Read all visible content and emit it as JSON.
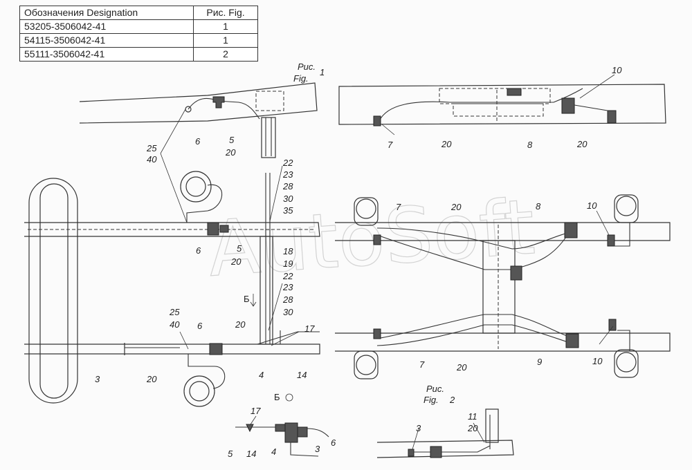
{
  "table": {
    "header": {
      "designation": "Обозначения  Designation",
      "fig": "Рис. Fig."
    },
    "rows": [
      {
        "designation": "53205-3506042-41",
        "fig": "1"
      },
      {
        "designation": "54115-3506042-41",
        "fig": "1"
      },
      {
        "designation": "55111-3506042-41",
        "fig": "2"
      }
    ]
  },
  "figures": {
    "fig1": {
      "label_ru": "Рис.",
      "label_en": "Fig.",
      "number": "1"
    },
    "fig2": {
      "label_ru": "Рис.",
      "label_en": "Fig.",
      "number": "2"
    }
  },
  "views": {
    "b_arrow": "Б",
    "b_view": "Б"
  },
  "watermark": "AutoSoft",
  "callouts": {
    "f1_top": [
      "6",
      "5",
      "20"
    ],
    "f1_main": [
      "25",
      "40",
      "22",
      "23",
      "28",
      "30",
      "35",
      "6",
      "5",
      "20",
      "18",
      "19",
      "22",
      "23",
      "28",
      "30",
      "20",
      "25",
      "40",
      "6",
      "17",
      "3",
      "20",
      "4",
      "14"
    ],
    "b_view": [
      "17",
      "5",
      "14",
      "4",
      "6",
      "3"
    ],
    "f2_top": [
      "10",
      "7",
      "20",
      "8",
      "20"
    ],
    "f2_main": [
      "7",
      "20",
      "8",
      "10",
      "7",
      "20",
      "9",
      "10"
    ],
    "f2_bottom": [
      "11",
      "20",
      "3"
    ]
  }
}
